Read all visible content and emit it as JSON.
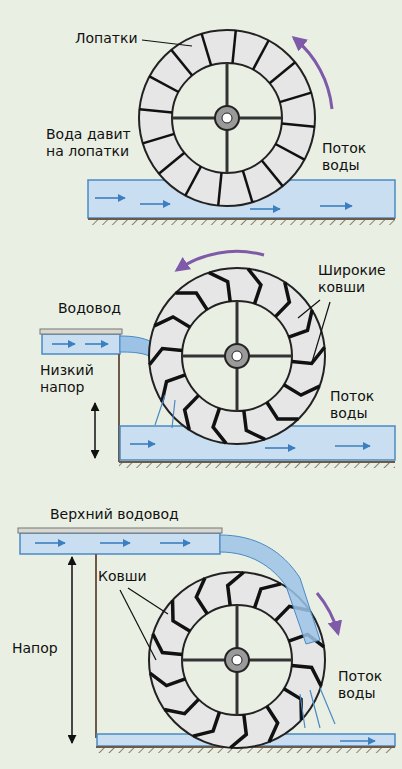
{
  "diagram": {
    "labels": [
      "Лопатки",
      "Вода давит на лопатки",
      "Поток воды",
      "Водовод",
      "Широкие ковши",
      "Низкий напор",
      "Поток воды",
      "Верхний водовод",
      "Ковши",
      "Напор",
      "Поток воды"
    ]
  }
}
